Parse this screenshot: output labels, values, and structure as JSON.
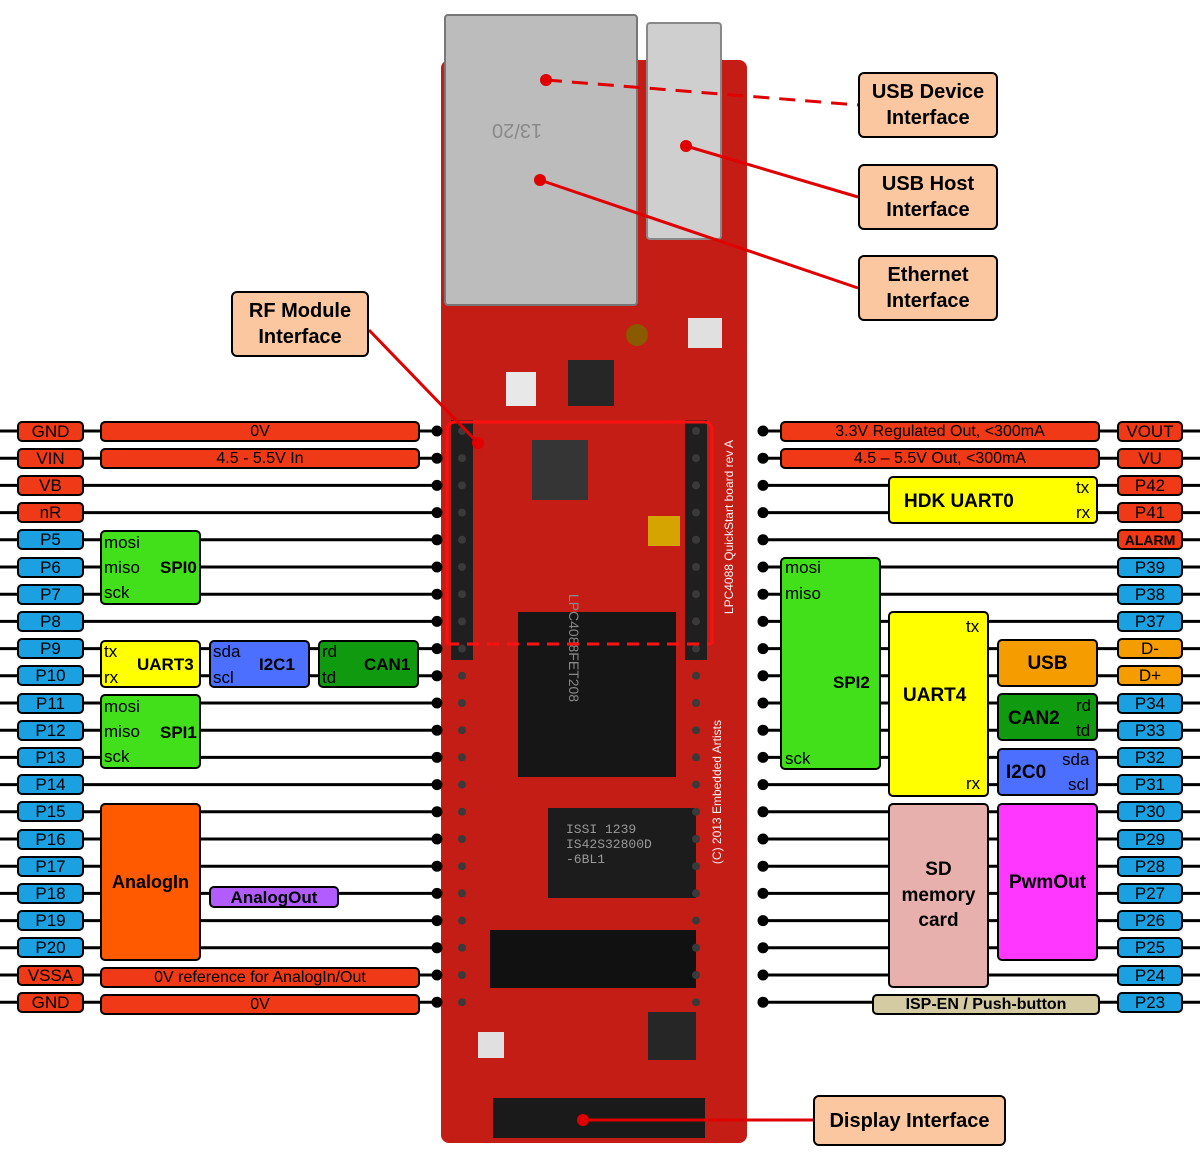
{
  "callouts": {
    "usb_device": "USB Device\nInterface",
    "usb_host": "USB Host\nInterface",
    "ethernet": "Ethernet\nInterface",
    "rf_module": "RF Module\nInterface",
    "display": "Display Interface"
  },
  "left_pins": [
    "GND",
    "VIN",
    "VB",
    "nR",
    "P5",
    "P6",
    "P7",
    "P8",
    "P9",
    "P10",
    "P11",
    "P12",
    "P13",
    "P14",
    "P15",
    "P16",
    "P17",
    "P18",
    "P19",
    "P20",
    "VSSA",
    "GND"
  ],
  "right_pins": [
    "VOUT",
    "VU",
    "P42",
    "P41",
    "ALARM",
    "P39",
    "P38",
    "P37",
    "D-",
    "D+",
    "P34",
    "P33",
    "P32",
    "P31",
    "P30",
    "P29",
    "P28",
    "P27",
    "P26",
    "P25",
    "P24",
    "P23"
  ],
  "left_bars": {
    "gnd_top": "0V",
    "vin": "4.5 - 5.5V In",
    "vssa": "0V reference for AnalogIn/Out",
    "gnd_bottom": "0V"
  },
  "right_bars": {
    "vout": "3.3V Regulated Out, <300mA",
    "vu": "4.5 – 5.5V Out, <300mA",
    "isp": "ISP-EN / Push-button"
  },
  "left_groups": {
    "spi0": {
      "title": "SPI0",
      "mosi": "mosi",
      "miso": "miso",
      "sck": "sck"
    },
    "uart3": {
      "title": "UART3",
      "tx": "tx",
      "rx": "rx"
    },
    "i2c1": {
      "title": "I2C1",
      "sda": "sda",
      "scl": "scl"
    },
    "can1": {
      "title": "CAN1",
      "rd": "rd",
      "td": "td"
    },
    "spi1": {
      "title": "SPI1",
      "mosi": "mosi",
      "miso": "miso",
      "sck": "sck"
    },
    "analogin": "AnalogIn",
    "analogout": "AnalogOut"
  },
  "right_groups": {
    "hdk": {
      "title": "HDK UART0",
      "tx": "tx",
      "rx": "rx"
    },
    "spi2": {
      "title": "SPI2",
      "mosi": "mosi",
      "miso": "miso",
      "sck": "sck"
    },
    "uart4": {
      "title": "UART4",
      "tx": "tx",
      "rx": "rx"
    },
    "usb": "USB",
    "can2": {
      "title": "CAN2",
      "rd": "rd",
      "td": "td"
    },
    "i2c0": {
      "title": "I2C0",
      "sda": "sda",
      "scl": "scl"
    },
    "sd": "SD\nmemory\ncard",
    "pwm": "PwmOut"
  },
  "board_text": {
    "jack": "13/20",
    "mcu": "LPC4088FET208",
    "ram": "ISSI 1239\nIS42S32800D\n-6BL1",
    "silk": "LPC4088 QuickStart board rev A",
    "copyright": "(C) 2013 Embedded Artists"
  },
  "colors": {
    "power": "#f03a17",
    "gpio": "#1ba1e2",
    "usb": "#f59c00",
    "spi": "#41e01b",
    "uart": "#ffff00",
    "i2c": "#4d6fff",
    "can": "#0f9a0f",
    "analogin": "#ff5a00",
    "analogout": "#b25cff",
    "sd": "#e8b0ad",
    "pwm": "#ff37ff",
    "isp": "#d4cba3",
    "callout": "#fbc7a0"
  }
}
